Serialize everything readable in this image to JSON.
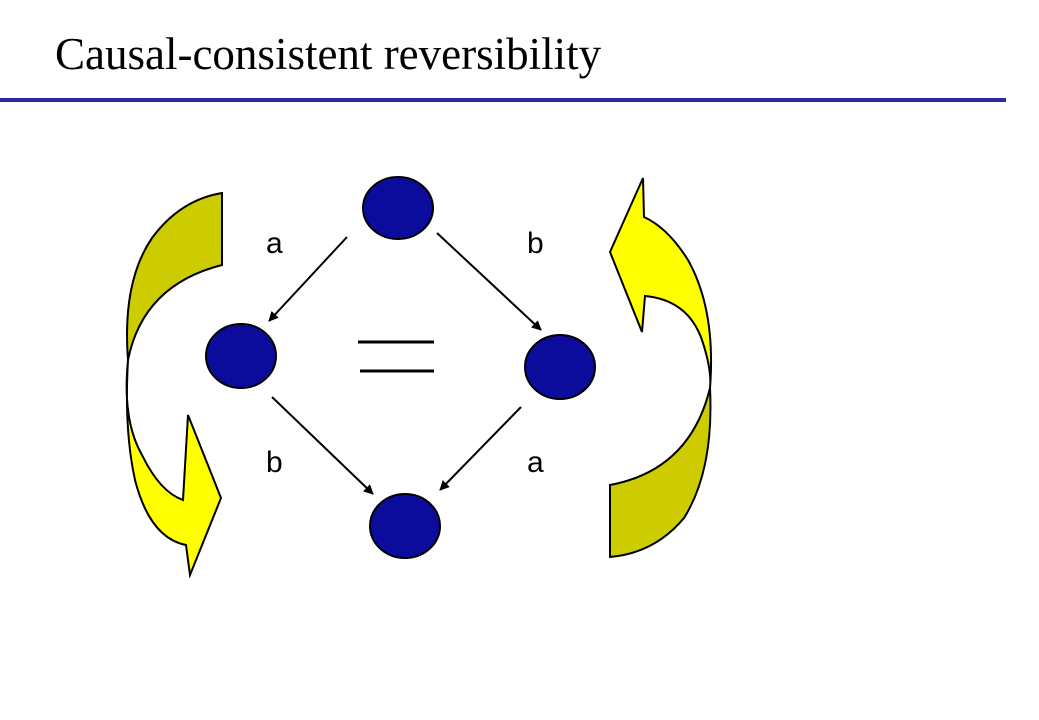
{
  "title": "Causal-consistent reversibility",
  "diagram": {
    "edge_labels": {
      "top_left": "a",
      "top_right": "b",
      "bottom_left": "b",
      "bottom_right": "a"
    },
    "colors": {
      "title_rule": "#2a2aa8",
      "node_fill": "#0b0b9c",
      "node_stroke": "#000000",
      "arrow_light": "#ffff00",
      "arrow_dark": "#cccc00"
    }
  }
}
